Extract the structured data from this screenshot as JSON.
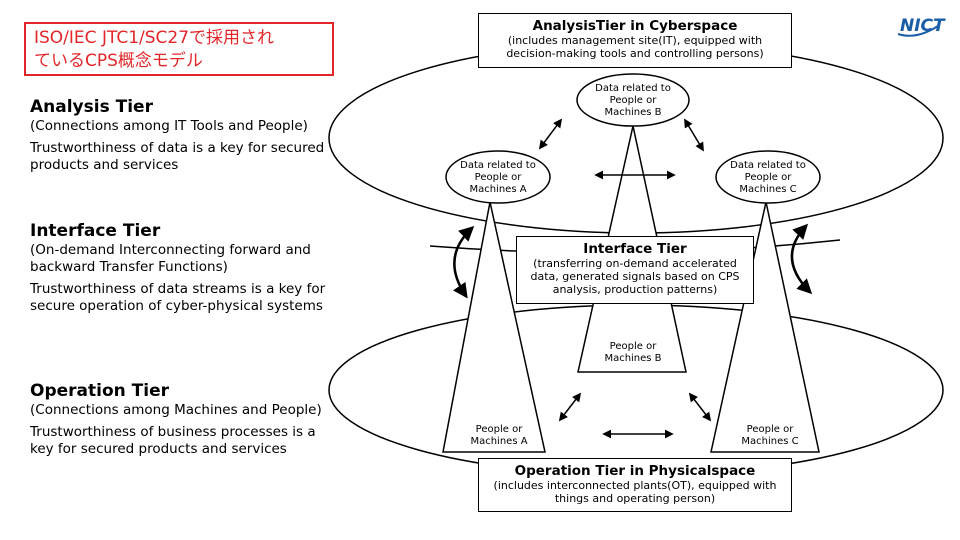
{
  "title_box": {
    "line1": "ISO/IEC JTC1/SC27で採用され",
    "line2": "ているCPS概念モデル"
  },
  "logo": {
    "text": "NICT",
    "color": "#1a5ea8"
  },
  "accent_color": "#e3262a",
  "left_panel": {
    "analysis": {
      "title": "Analysis Tier",
      "subtitle": "(Connections among IT Tools and People)",
      "description": "Trustworthiness of data is a key for secured products and services"
    },
    "interface": {
      "title": "Interface Tier",
      "subtitle": "(On-demand Interconnecting forward and backward Transfer Functions)",
      "description": "Trustworthiness of data streams is a key for secure operation of cyber-physical systems"
    },
    "operation": {
      "title": "Operation Tier",
      "subtitle": "(Connections among Machines and People)",
      "description": "Trustworthiness of business processes is a key for secured products and services"
    }
  },
  "diagram": {
    "analysis_box": {
      "title": "AnalysisTier in Cyberspace",
      "line1": "(includes management site(IT), equipped with",
      "line2": "decision-making tools and controlling persons)"
    },
    "interface_box": {
      "title": "Interface Tier",
      "line1": "(transferring on-demand accelerated",
      "line2": "data, generated signals based on CPS",
      "line3": "analysis, production patterns)"
    },
    "operation_box": {
      "title": "Operation Tier in Physicalspace",
      "line1": "(includes interconnected plants(OT), equipped with",
      "line2": "things and operating person)"
    },
    "data_nodes": {
      "a": {
        "l1": "Data related to",
        "l2": "People or",
        "l3": "Machines A"
      },
      "b": {
        "l1": "Data related to",
        "l2": "People or",
        "l3": "Machines B"
      },
      "c": {
        "l1": "Data related to",
        "l2": "People or",
        "l3": "Machines C"
      }
    },
    "people_nodes": {
      "a": {
        "l1": "People or",
        "l2": "Machines A"
      },
      "b": {
        "l1": "People or",
        "l2": "Machines B"
      },
      "c": {
        "l1": "People or",
        "l2": "Machines C"
      }
    }
  }
}
